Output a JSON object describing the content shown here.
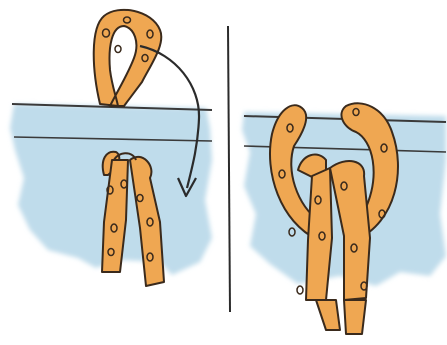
{
  "illustration": {
    "panels": [
      "step-1",
      "step-2"
    ],
    "colors": {
      "rope_fill": "#EFA752",
      "rope_outline": "#3A2A1C",
      "water": "#BFDCEB",
      "water_edge": "#A9CFE3",
      "line": "#3A3A3A",
      "background": "#FFFFFF"
    },
    "icons": [
      "rope-loop",
      "curved-arrow",
      "divider-line",
      "water-band",
      "railing-bars"
    ]
  }
}
